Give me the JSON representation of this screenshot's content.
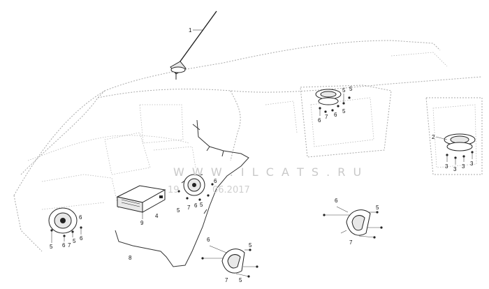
{
  "watermark": {
    "line1": "W W W . I L C A T S . R U",
    "line2": "19",
    "line3": "06.2017"
  },
  "callouts": {
    "c1": "1",
    "c2": "2",
    "c3a": "3",
    "c3b": "3",
    "c3c": "3",
    "c3d": "3",
    "c4": "4",
    "c5a": "5",
    "c5b": "5",
    "c5c": "5",
    "c5d": "5",
    "c5e": "5",
    "c5f": "5",
    "c5g": "5",
    "c5h": "5",
    "c5i": "5",
    "c5j": "5",
    "c6a": "6",
    "c6b": "6",
    "c6c": "6",
    "c6d": "6",
    "c6e": "6",
    "c6f": "6",
    "c6g": "6",
    "c6h": "6",
    "c6i": "6",
    "c7a": "7",
    "c7b": "7",
    "c7c": "7",
    "c7d": "7",
    "c7e": "7",
    "c8": "8",
    "c9": "9"
  }
}
